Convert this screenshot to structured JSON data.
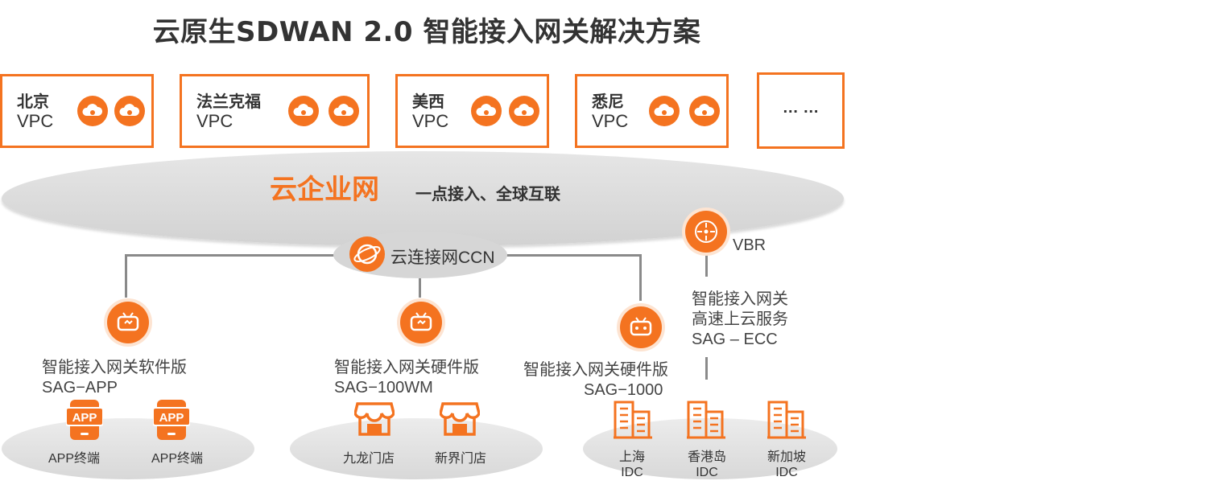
{
  "title": "云原生SDWAN 2.0 智能接入网关解决方案",
  "vpcs": [
    {
      "name": "北京",
      "type": "VPC"
    },
    {
      "name": "法兰克福",
      "type": "VPC"
    },
    {
      "name": "美西",
      "type": "VPC"
    },
    {
      "name": "悉尼",
      "type": "VPC"
    }
  ],
  "more_box": "… …",
  "cen": {
    "name": "云企业网",
    "subtitle": "一点接入、全球互联"
  },
  "ccn": {
    "label": "云连接网CCN"
  },
  "vbr": {
    "label": "VBR"
  },
  "ecc": {
    "line1": "智能接入网关",
    "line2": "高速上云服务",
    "line3": "SAG – ECC"
  },
  "sag_app": {
    "line1": "智能接入网关软件版",
    "line2": "SAG−APP"
  },
  "sag_100wm": {
    "line1": "智能接入网关硬件版",
    "line2": "SAG−100WM"
  },
  "sag_1000": {
    "line1": "智能接入网关硬件版",
    "line2": "SAG−1000"
  },
  "app_items": [
    "APP终端",
    "APP终端"
  ],
  "app_icon_text": "APP",
  "store_items": [
    "九龙门店",
    "新界门店"
  ],
  "idc_items": [
    {
      "line1": "上海",
      "line2": "IDC"
    },
    {
      "line1": "香港岛",
      "line2": "IDC"
    },
    {
      "line1": "新加坡",
      "line2": "IDC"
    }
  ],
  "colors": {
    "accent": "#f47320",
    "text": "#333333",
    "line": "#8a8a8a",
    "ellipse": "#dcdcdc"
  }
}
